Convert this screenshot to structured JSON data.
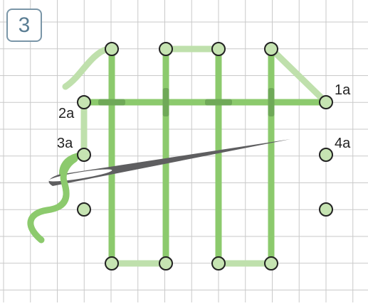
{
  "step_number": "3",
  "point_labels": [
    "1a",
    "2a",
    "3a",
    "4a"
  ],
  "colors": {
    "grid": "#c9c9c9",
    "thread": "#8cca6d",
    "thread_faded": "#bfe0ac",
    "thread_overlap": "#6fa958",
    "hole_fill": "#c6e4b2",
    "hole_stroke": "#222222",
    "needle": "#5e5e60",
    "badge_border": "#7a96a8",
    "badge_text": "#5a7d93"
  }
}
